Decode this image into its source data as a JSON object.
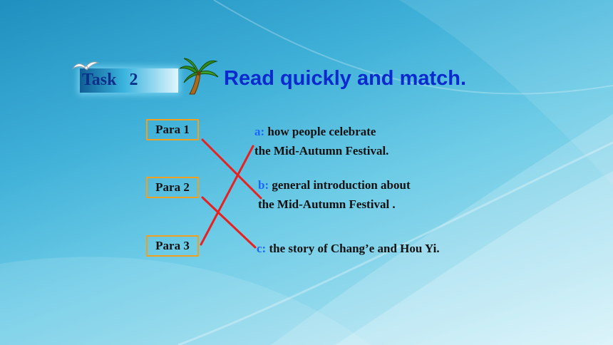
{
  "task": {
    "label": "Task   2"
  },
  "title": "Read quickly and match.",
  "paras": [
    "Para 1",
    "Para 2",
    "Para 3"
  ],
  "options": [
    {
      "letter": "a:",
      "line1": " how people celebrate",
      "line2": "the Mid-Autumn Festival."
    },
    {
      "letter": "b:",
      "line1": " general introduction about",
      "line2": " the Mid-Autumn Festival ."
    },
    {
      "letter": "c:",
      "line1": " the story of Chang’e and Hou Yi."
    }
  ],
  "colors": {
    "title": "#0a2ad0",
    "box_border": "#f0a020",
    "match_line": "#e82020",
    "option_letter": "#1a66ff"
  },
  "icons": [
    "seagull-icon",
    "palm-tree-icon"
  ],
  "matches": [
    {
      "para": "Para 1",
      "option": "b:"
    },
    {
      "para": "Para 2",
      "option": "c:"
    },
    {
      "para": "Para 3",
      "option": "a:"
    }
  ]
}
